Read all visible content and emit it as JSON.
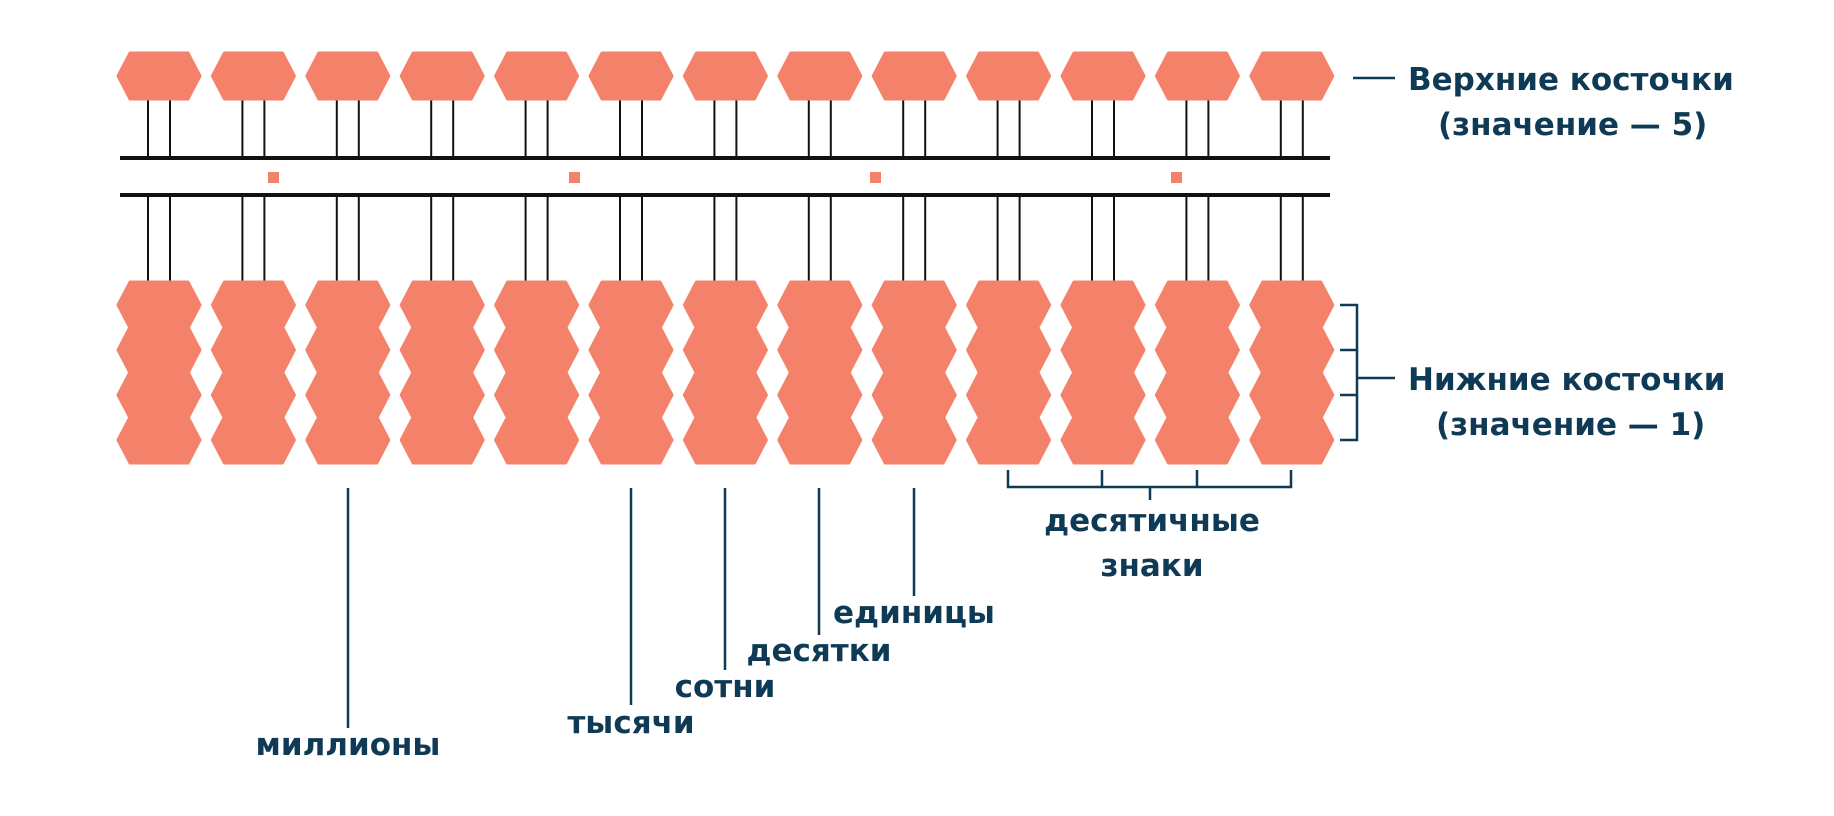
{
  "colors": {
    "bead": "#f4826a",
    "ink": "#0e3a55",
    "rod": "#111111",
    "dot": "#f4826a"
  },
  "abacus": {
    "columns": 13,
    "upper_beads_per_column": 1,
    "lower_beads_per_column": 4,
    "marker_dots": 4
  },
  "labels": {
    "upper_beads": [
      "Верхние косточки",
      "(значение — 5)"
    ],
    "lower_beads": [
      "Нижние косточки",
      "(значение — 1)"
    ],
    "decimals": [
      "десятичные",
      "знаки"
    ],
    "millions": "миллионы",
    "thousands": "тысячи",
    "hundreds": "сотни",
    "tens": "десятки",
    "units": "единицы"
  }
}
